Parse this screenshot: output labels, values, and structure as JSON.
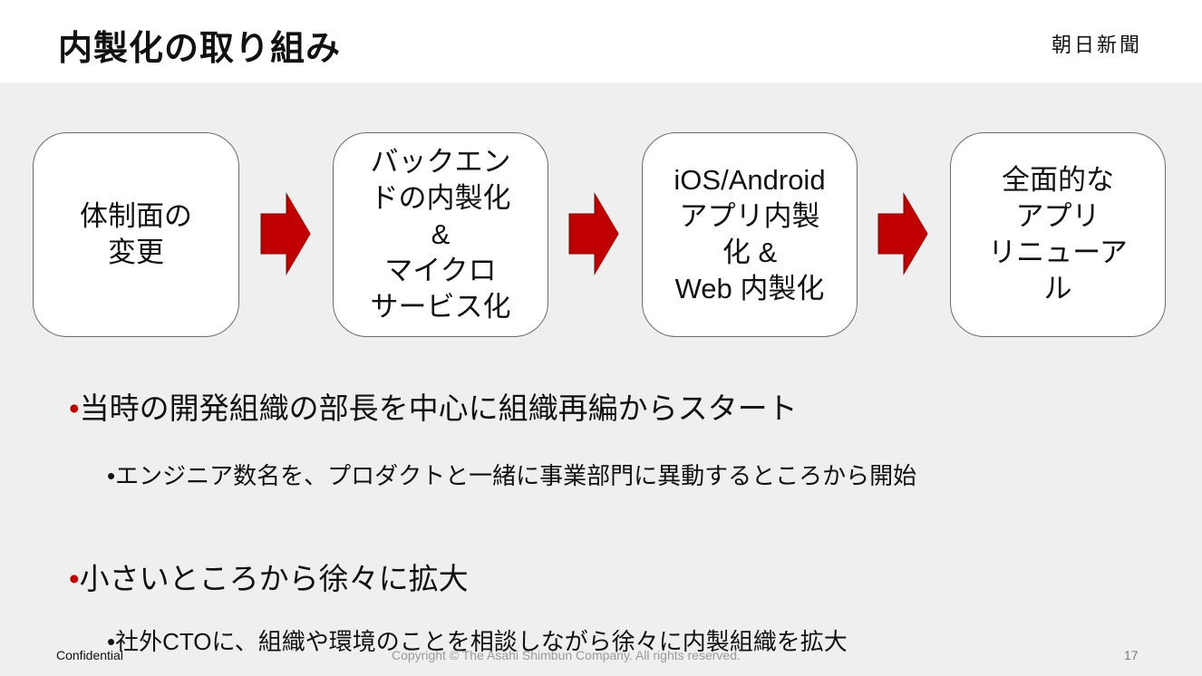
{
  "header": {
    "title": "内製化の取り組み",
    "logo": "朝日新聞"
  },
  "flow": [
    {
      "label": "体制面の\n変更"
    },
    {
      "label": "バックエン\nドの内製化\n&\nマイクロ\nサービス化"
    },
    {
      "label": "iOS/Android\nアプリ内製\n化 &\nWeb 内製化"
    },
    {
      "label": "全面的な\nアプリ\nリニューア\nル"
    }
  ],
  "bullets": [
    {
      "level": 1,
      "text": "当時の開発組織の部長を中心に組織再編からスタート"
    },
    {
      "level": 2,
      "text": "エンジニア数名を、プロダクトと一緒に事業部門に異動するところから開始"
    },
    {
      "level": 1,
      "text": "小さいところから徐々に拡大"
    },
    {
      "level": 2,
      "text": "社外CTOに、組織や環境のことを相談しながら徐々に内製組織を拡大"
    }
  ],
  "footer": {
    "confidential": "Confidential",
    "copyright": "Copyright © The Asahi Shimbun Company. All rights reserved.",
    "page": "17"
  },
  "colors": {
    "arrow": "#c00000",
    "bullet_level1": "#c00000",
    "background": "#efefef",
    "header": "#ffffff"
  }
}
